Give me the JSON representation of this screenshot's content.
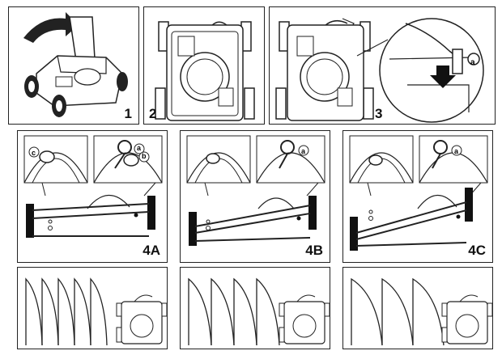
{
  "steps": {
    "s1": {
      "label": "1"
    },
    "s2": {
      "label": "2"
    },
    "s3": {
      "label": "3"
    },
    "s4a": {
      "label": "4A"
    },
    "s4b": {
      "label": "4B"
    },
    "s4c": {
      "label": "4C"
    }
  },
  "callouts": {
    "a": "a",
    "b": "b",
    "c": "c"
  }
}
